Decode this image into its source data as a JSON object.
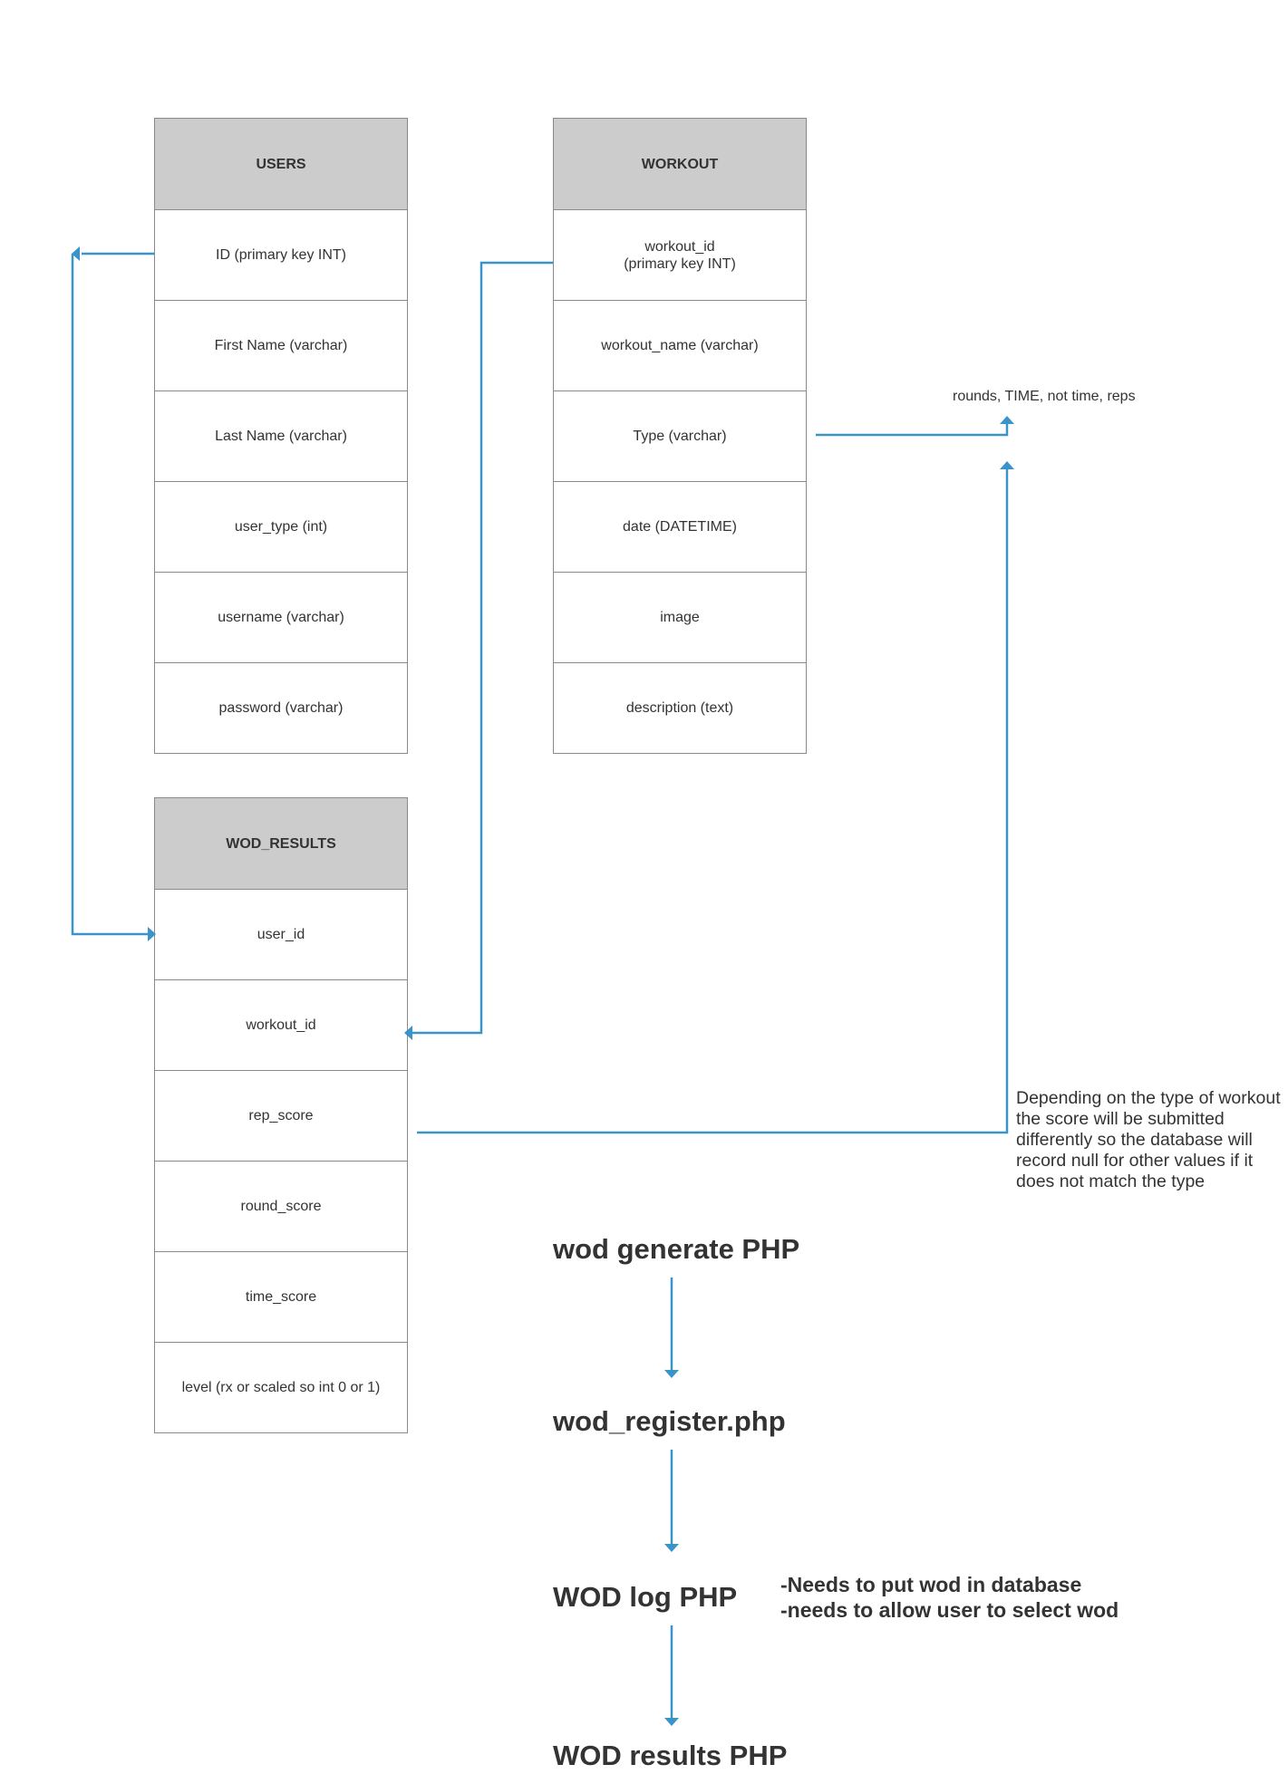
{
  "tables": {
    "users": {
      "title": "USERS",
      "rows": [
        "ID (primary key INT)",
        "First Name (varchar)",
        "Last Name (varchar)",
        "user_type (int)",
        "username (varchar)",
        "password (varchar)"
      ]
    },
    "workout": {
      "title": "WORKOUT",
      "rows": [
        "workout_id\n(primary key INT)",
        "workout_name (varchar)",
        "Type (varchar)",
        "date (DATETIME)",
        "image",
        "description (text)"
      ]
    },
    "wod_results": {
      "title": "WOD_RESULTS",
      "rows": [
        "user_id",
        "workout_id",
        "rep_score",
        "round_score",
        "time_score",
        "level (rx or scaled so int 0 or 1)"
      ]
    }
  },
  "annotations": {
    "type_values": "rounds, TIME, not time, reps",
    "score_note": "Depending on the type of workout\nthe score will be submitted\ndifferently so the database will\nrecord null for other values if it\ndoes not match the type",
    "wod_log_note": "-Needs to put wod in database\n-needs to allow user to select wod"
  },
  "flow": {
    "steps": [
      "wod generate PHP",
      "wod_register.php",
      "WOD log PHP",
      "WOD results PHP"
    ]
  },
  "colors": {
    "connector": "#3a93c9",
    "header_fill": "#cccccc",
    "border": "#8a8a8a",
    "text": "#333333"
  }
}
